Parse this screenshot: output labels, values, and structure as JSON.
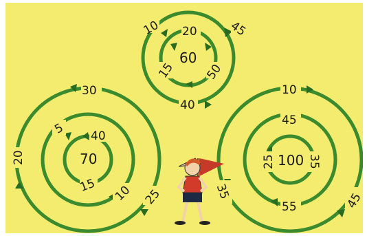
{
  "colors": {
    "background": "#f4ec6e",
    "ring": "#3b8a2e",
    "ring_dark": "#2a6b22",
    "text": "#1a1a1a"
  },
  "top_target": {
    "outer_ring": [
      "10",
      "45",
      "40"
    ],
    "inner_ring": [
      "20",
      "15",
      "50"
    ],
    "center": "60"
  },
  "left_target": {
    "outer_ring": [
      "30",
      "20",
      "25"
    ],
    "middle_ring": [
      "5",
      "10"
    ],
    "inner_ring": [
      "40",
      "15"
    ],
    "center": "70"
  },
  "right_target": {
    "outer_ring": [
      "10",
      "35",
      "45"
    ],
    "middle_ring": [
      "45",
      "55"
    ],
    "inner_ring": [
      "25",
      "35"
    ],
    "center": "100"
  },
  "figure": "boy-with-flag-icon"
}
